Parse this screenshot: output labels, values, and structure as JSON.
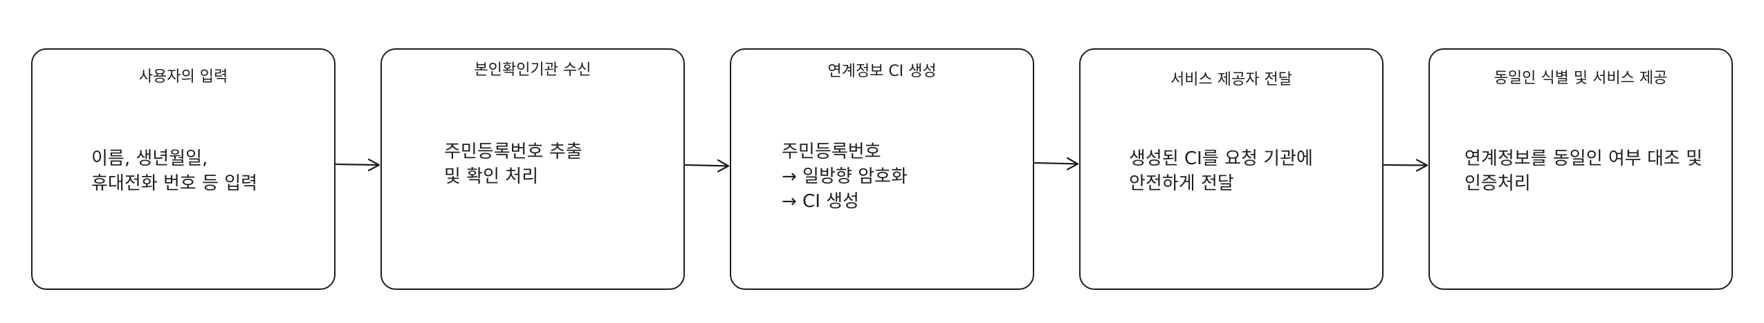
{
  "diagram": {
    "steps": [
      {
        "title": "사용자의 입력",
        "body": "이름, 생년월일,\n휴대전화 번호 등 입력"
      },
      {
        "title": "본인확인기관 수신",
        "body": "주민등록번호 추출\n및 확인 처리"
      },
      {
        "title": "연계정보 CI 생성",
        "body": "주민등록번호\n→ 일방향 암호화\n→ CI 생성"
      },
      {
        "title": "서비스 제공자 전달",
        "body": "생성된 CI를 요청 기관에\n안전하게 전달"
      },
      {
        "title": "동일인 식별 및 서비스 제공",
        "body": "연계정보를 동일인 여부 대조 및\n인증처리"
      }
    ],
    "colors": {
      "stroke": "#1e1e1e",
      "background": "#ffffff"
    }
  }
}
